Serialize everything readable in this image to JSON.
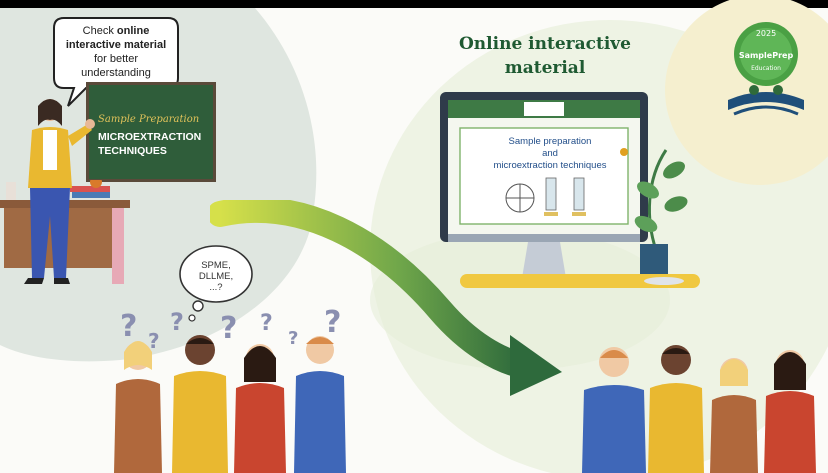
{
  "speech_bubble": {
    "prefix": "Check ",
    "bold1": "online interactive material",
    "suffix": " for better understanding"
  },
  "blackboard": {
    "script_title": "Sample Preparation",
    "title": "MICROEXTRACTION TECHNIQUES"
  },
  "thought_bubble": {
    "lines": [
      "SPME,",
      "DLLME,",
      "...?"
    ]
  },
  "heading": {
    "line1": "Online interactive",
    "line2": "material"
  },
  "monitor_screen": {
    "title_line1": "Sample preparation",
    "title_line2": "and",
    "title_line3": "microextraction techniques"
  },
  "logo": {
    "year": "2025",
    "text": "SamplePrep",
    "sub": "Education"
  },
  "colors": {
    "left_blob": "#dfe6e0",
    "right_blob": "#e8f0dc",
    "board": "#2f5d3a",
    "heading": "#1f5a32",
    "arrow_start": "#d6e04a",
    "arrow_end": "#2e6a3c"
  }
}
